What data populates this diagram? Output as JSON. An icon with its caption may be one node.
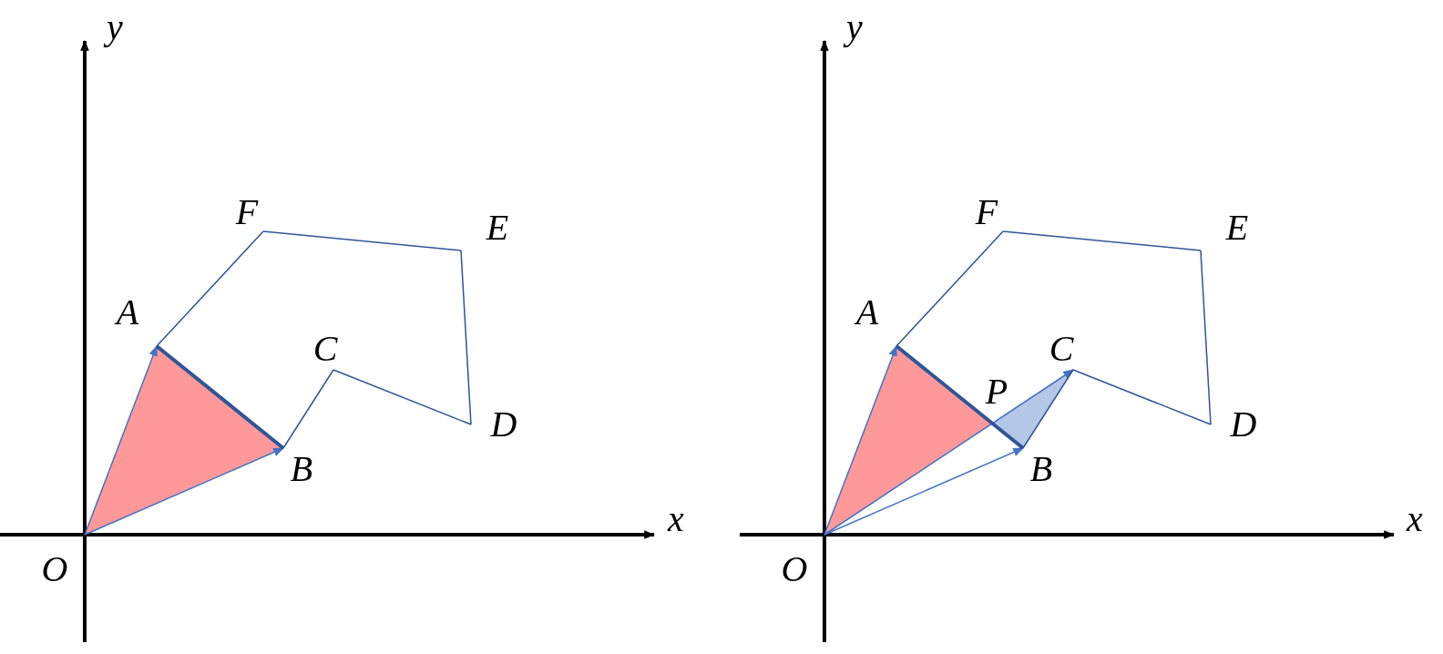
{
  "diagram": {
    "nodes": [
      {
        "text": [
          "O"
        ]
      },
      {
        "text": [
          "A"
        ]
      },
      {
        "text": [
          "B"
        ]
      },
      {
        "text": [
          "C"
        ]
      },
      {
        "text": [
          "D"
        ]
      },
      {
        "text": [
          "E"
        ]
      },
      {
        "text": [
          "F"
        ]
      },
      {
        "text": [
          "O"
        ]
      },
      {
        "text": [
          "A"
        ]
      },
      {
        "text": [
          "B"
        ]
      },
      {
        "text": [
          "C"
        ]
      },
      {
        "text": [
          "D"
        ]
      },
      {
        "text": [
          "E"
        ]
      },
      {
        "text": [
          "F"
        ]
      }
    ],
    "edges": [
      {
        "from": 0,
        "to": 1,
        "arrow": "to",
        "color": "#4472c4"
      },
      {
        "from": 0,
        "to": 2,
        "arrow": "to",
        "color": "#4472c4"
      },
      {
        "from": 1,
        "to": 2,
        "arrow": "none",
        "style": "thick"
      },
      {
        "from": 2,
        "to": 3,
        "arrow": "none"
      },
      {
        "from": 3,
        "to": 4,
        "arrow": "none"
      },
      {
        "from": 4,
        "to": 5,
        "arrow": "none"
      },
      {
        "from": 5,
        "to": 6,
        "arrow": "none"
      },
      {
        "from": 6,
        "to": 1,
        "arrow": "none"
      },
      {
        "from": 7,
        "to": 8,
        "arrow": "to",
        "color": "#4472c4"
      },
      {
        "from": 7,
        "to": 9,
        "arrow": "to",
        "color": "#4472c4"
      },
      {
        "from": 7,
        "to": 10,
        "arrow": "to",
        "color": "#4472c4"
      },
      {
        "from": 8,
        "to": 9,
        "arrow": "none",
        "style": "thick"
      },
      {
        "from": 9,
        "to": 10,
        "arrow": "none"
      },
      {
        "from": 10,
        "to": 11,
        "arrow": "none"
      },
      {
        "from": 11,
        "to": 12,
        "arrow": "none"
      },
      {
        "from": 12,
        "to": 13,
        "arrow": "none"
      },
      {
        "from": 13,
        "to": 8,
        "arrow": "none"
      }
    ],
    "labels": [
      "y",
      "x",
      "y",
      "x",
      "P"
    ]
  }
}
